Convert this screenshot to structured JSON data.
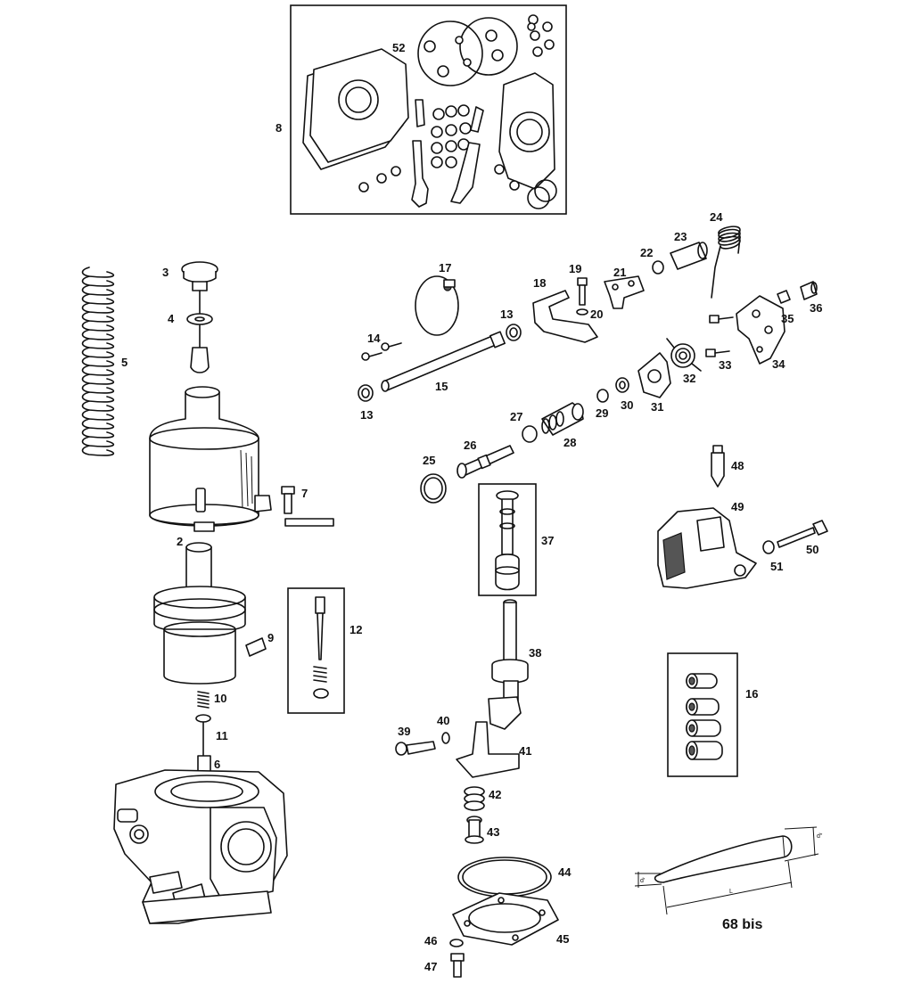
{
  "callouts": {
    "c2": "2",
    "c3": "3",
    "c4": "4",
    "c5": "5",
    "c6": "6",
    "c7": "7",
    "c8": "8",
    "c9": "9",
    "c10": "10",
    "c11": "11",
    "c12": "12",
    "c13a": "13",
    "c13b": "13",
    "c14": "14",
    "c15": "15",
    "c16": "16",
    "c17": "17",
    "c18": "18",
    "c19": "19",
    "c20": "20",
    "c21": "21",
    "c22": "22",
    "c23": "23",
    "c24": "24",
    "c25": "25",
    "c26": "26",
    "c27": "27",
    "c28": "28",
    "c29": "29",
    "c30": "30",
    "c31": "31",
    "c32": "32",
    "c33": "33",
    "c34": "34",
    "c35": "35",
    "c36": "36",
    "c37": "37",
    "c38": "38",
    "c39": "39",
    "c40": "40",
    "c41": "41",
    "c42": "42",
    "c43": "43",
    "c44": "44",
    "c45": "45",
    "c46": "46",
    "c47": "47",
    "c48": "48",
    "c49": "49",
    "c50": "50",
    "c51": "51",
    "c52": "52"
  },
  "needle_callout": "68 bis",
  "needle_dims": {
    "d_top": "d\"",
    "d_tip": "d'",
    "length": "L"
  }
}
